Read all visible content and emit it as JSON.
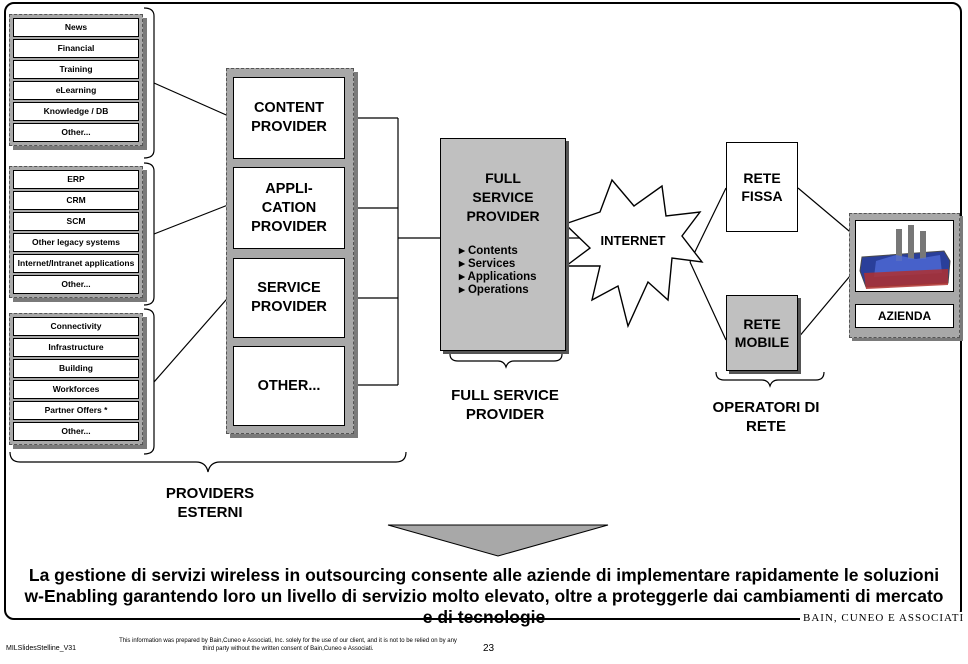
{
  "external_groups": [
    {
      "items": [
        "News",
        "Financial",
        "Training",
        "eLearning",
        "Knowledge / DB",
        "Other..."
      ]
    },
    {
      "items": [
        "ERP",
        "CRM",
        "SCM",
        "Other legacy systems",
        "Internet/Intranet applications",
        "Other..."
      ]
    },
    {
      "items": [
        "Connectivity",
        "Infrastructure",
        "Building",
        "Workforces",
        "Partner Offers *",
        "Other..."
      ]
    }
  ],
  "providers": [
    "CONTENT PROVIDER",
    "APPLI- CATION PROVIDER",
    "SERVICE PROVIDER",
    "OTHER..."
  ],
  "providers_esterni_label": "PROVIDERS ESTERNI",
  "full_service_provider": {
    "title": "FULL SERVICE PROVIDER",
    "bullets": [
      "Contents",
      "Services",
      "Applications",
      "Operations"
    ],
    "caption": "FULL SERVICE PROVIDER"
  },
  "internet_label": "INTERNET",
  "rete_fissa": "RETE FISSA",
  "rete_mobile": "RETE MOBILE",
  "operatori_label": "OPERATORI DI RETE",
  "azienda_label": "AZIENDA",
  "conclusion": "La gestione di servizi wireless in outsourcing consente alle aziende di implementare rapidamente le soluzioni w-Enabling garantendo loro un livello di servizio molto elevato, oltre a proteggerle dai cambiamenti di mercato e di tecnologie",
  "footer": {
    "slide_id": "MILSlidesStelline_V31",
    "disclaimer": "This information was prepared by Bain,Cuneo e Associati, Inc. solely for the use of our client, and it is not to be relied on by any third party without the written consent of Bain,Cuneo e Associati.",
    "page_number": "23",
    "brand": "BAIN, CUNEO E ASSOCIATI"
  },
  "colors": {
    "box_grey": "#c0c0c0",
    "group_grey": "#a8a8a8",
    "shadow": "#7a7a7a"
  }
}
